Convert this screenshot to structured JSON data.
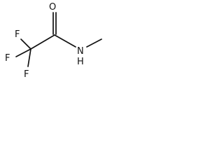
{
  "structure": {
    "atoms": {
      "oxygen": "O",
      "nitrogen": "N",
      "hydrogen": "H",
      "fluorine_top": "F",
      "fluorine_left": "F",
      "fluorine_bottom": "F"
    },
    "colors": {
      "ink": "#111111",
      "background": "#ffffff"
    }
  }
}
